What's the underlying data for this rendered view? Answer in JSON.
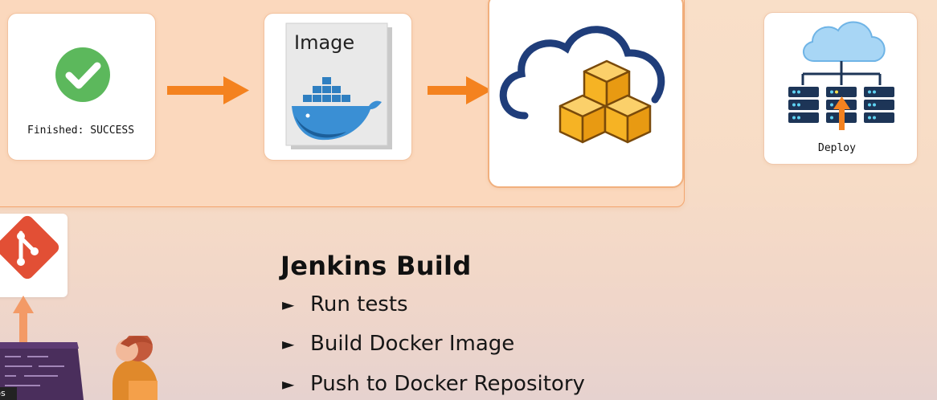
{
  "pipeline": {
    "success_card": {
      "status_text": "Finished: SUCCESS",
      "icon": "check-circle-icon"
    },
    "image_card": {
      "label": "Image",
      "icon": "docker-whale-icon"
    },
    "registry_card": {
      "icon": "cloud-boxes-icon"
    },
    "deploy_card": {
      "label": "Deploy",
      "icon": "cloud-server-rack-icon"
    }
  },
  "jenkins": {
    "title": "Jenkins Build",
    "steps": [
      "Run tests",
      "Build Docker Image",
      "Push to Docker Repository"
    ]
  },
  "corner_badge": "ps",
  "colors": {
    "accent": "#f4821f",
    "panel": "#fbd8bd",
    "success": "#5cb85c",
    "docker": "#2f7fc1",
    "cloud_outline": "#1f3d7a",
    "box_yellow": "#f6b324",
    "git_red": "#e24f35"
  }
}
